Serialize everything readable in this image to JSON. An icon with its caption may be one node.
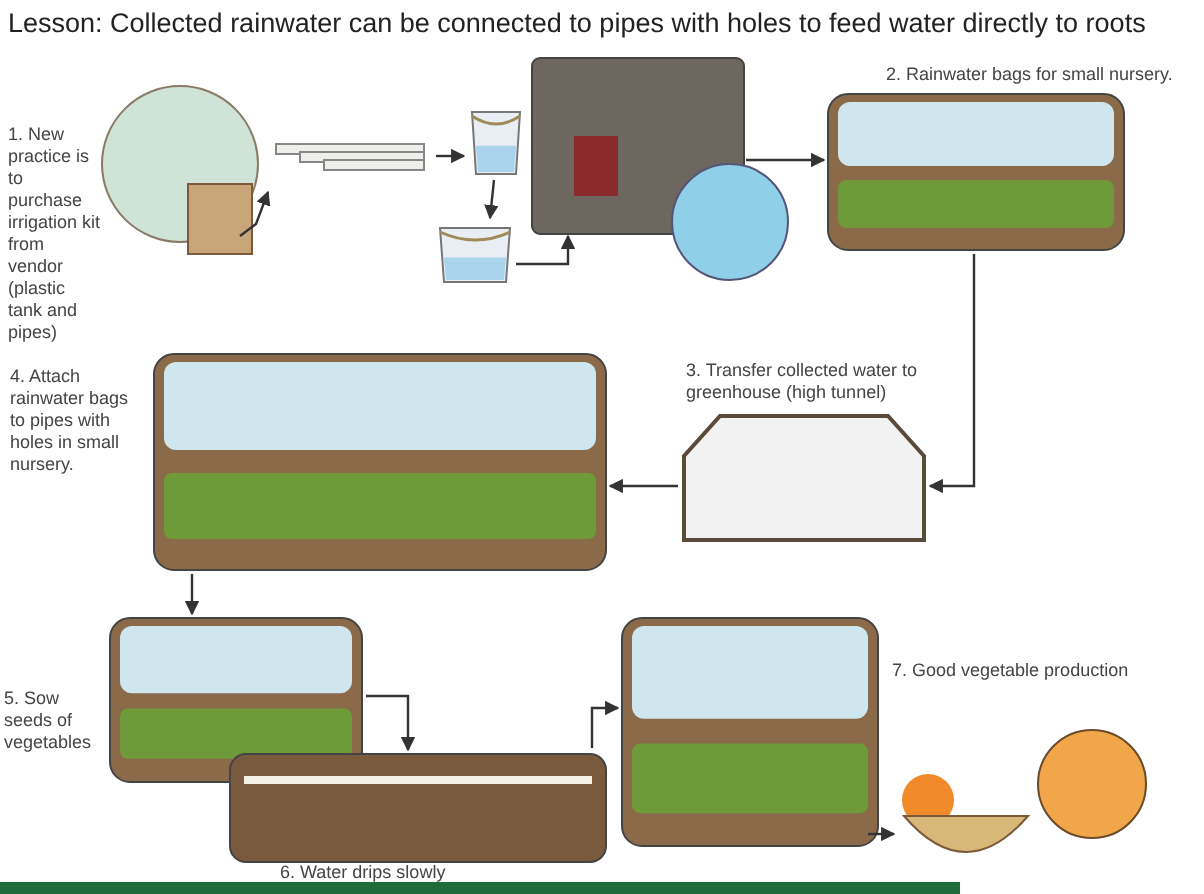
{
  "diagram": {
    "title": "Lesson: Collected rainwater can be connected to pipes with holes to feed water directly to roots",
    "nodes": [
      {
        "text": [
          "1. New practice is to purchase irrigation kit from vendor (plastic tank and pipes)"
        ]
      },
      {
        "text": [],
        "shape": "picture"
      },
      {
        "text": [],
        "shape": "picture"
      },
      {
        "text": [],
        "shape": "picture"
      },
      {
        "text": [],
        "shape": "picture"
      },
      {
        "text": [
          "2. Rainwater bags for small nursery."
        ]
      },
      {
        "text": [
          "3. Transfer collected water to greenhouse (high tunnel)"
        ]
      },
      {
        "text": [
          "4. Attach rainwater bags to pipes with holes in small nursery."
        ]
      },
      {
        "text": [
          "5. Sow seeds of vegetables"
        ]
      },
      {
        "text": [
          "6. Water drips slowly"
        ]
      },
      {
        "text": [
          "7. Good vegetable production"
        ]
      },
      {
        "text": [],
        "shape": "picture"
      },
      {
        "text": [],
        "shape": "circle"
      }
    ],
    "edges": [
      {
        "from": 0,
        "to": 1,
        "arrow": "to"
      },
      {
        "from": 1,
        "to": 2,
        "arrow": "to"
      },
      {
        "from": 2,
        "to": 3,
        "arrow": "to"
      },
      {
        "from": 3,
        "to": 4,
        "arrow": "to"
      },
      {
        "from": 4,
        "to": 5,
        "arrow": "to"
      },
      {
        "from": 5,
        "to": 6,
        "arrow": "to"
      },
      {
        "from": 6,
        "to": 7,
        "arrow": "to"
      },
      {
        "from": 7,
        "to": 8,
        "arrow": "to"
      },
      {
        "from": 8,
        "to": 9,
        "arrow": "to"
      },
      {
        "from": 9,
        "to": 10,
        "arrow": "to"
      },
      {
        "from": 10,
        "to": 11,
        "arrow": "to"
      }
    ]
  }
}
